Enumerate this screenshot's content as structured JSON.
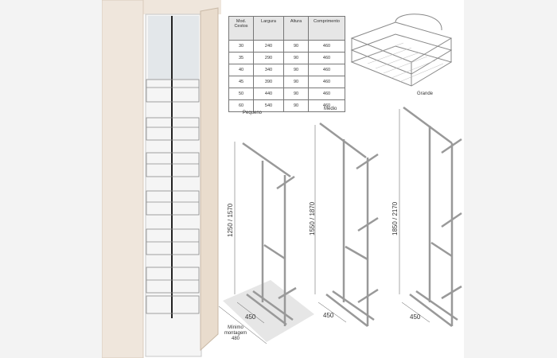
{
  "table": {
    "headers": [
      "Mod. Cestos",
      "Largura",
      "Altura",
      "Comprimento"
    ],
    "rows": [
      [
        "30",
        "240",
        "90",
        "460"
      ],
      [
        "35",
        "290",
        "90",
        "460"
      ],
      [
        "40",
        "340",
        "90",
        "460"
      ],
      [
        "45",
        "390",
        "90",
        "460"
      ],
      [
        "50",
        "440",
        "90",
        "460"
      ],
      [
        "60",
        "540",
        "90",
        "460"
      ]
    ]
  },
  "labels": {
    "grande": "Grande",
    "pequeno": "Pequeno",
    "medio": "Médio"
  },
  "dimensions": {
    "pequeno_height": "1250 / 1570",
    "medio_height": "1550 / 1870",
    "grande_height": "1850 / 2170",
    "width": "450"
  },
  "note": {
    "line1": "Mínimo",
    "line2": "montagem",
    "line3": "480"
  },
  "colors": {
    "cabinet": "#efe6dc",
    "door": "#e9dccd",
    "wire": "#8a8a8a"
  }
}
